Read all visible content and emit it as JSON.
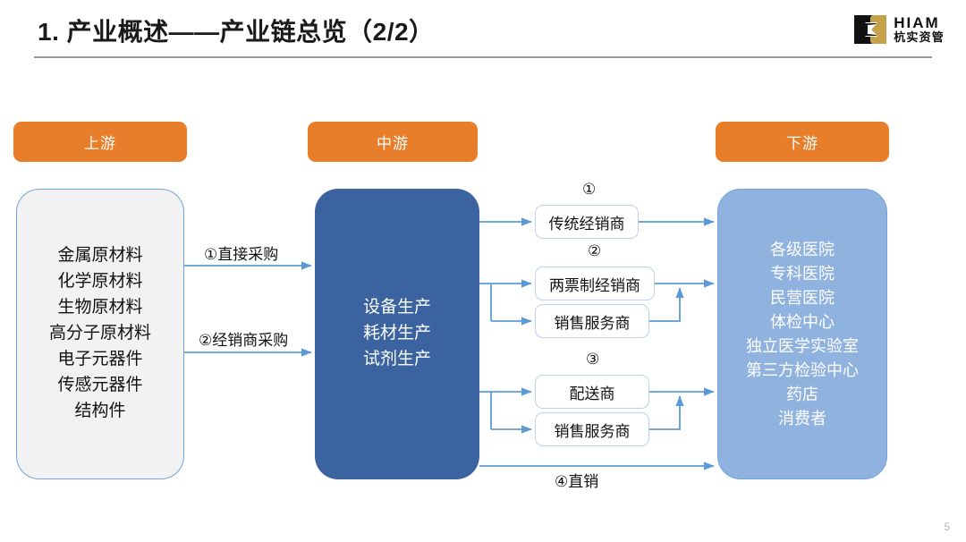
{
  "slide": {
    "title": "1. 产业概述——产业链总览（2/2）",
    "page_number": "5",
    "accent_orange": "#E87D2A",
    "accent_dark_blue": "#3A63A0",
    "accent_light_blue": "#8FB2DE",
    "connector_blue": "#5B9BD5"
  },
  "logo": {
    "mark": "hiam-logo-mark",
    "en": "HIAM",
    "cn": "杭实资管",
    "colors": {
      "black": "#111111",
      "gold": "#C5A24A"
    }
  },
  "stages": {
    "upstream": {
      "pill_label": "上游",
      "items": [
        "金属原材料",
        "化学原材料",
        "生物原材料",
        "高分子原材料",
        "电子元器件",
        "传感元器件",
        "结构件"
      ],
      "text": "金属原材料\n化学原材料\n生物原材料\n高分子原材料\n电子元器件\n传感元器件\n结构件"
    },
    "midstream": {
      "pill_label": "中游",
      "items": [
        "设备生产",
        "耗材生产",
        "试剂生产"
      ],
      "text": "设备生产\n耗材生产\n试剂生产"
    },
    "downstream": {
      "pill_label": "下游",
      "items": [
        "各级医院",
        "专科医院",
        "民营医院",
        "体检中心",
        "独立医学实验室",
        "第三方检验中心",
        "药店",
        "消费者"
      ],
      "text": "各级医院\n专科医院\n民营医院\n体检中心\n独立医学实验室\n第三方检验中心\n药店\n消费者"
    }
  },
  "procurement_paths": [
    {
      "id": "direct-purchase",
      "label": "①直接采购"
    },
    {
      "id": "dealer-purchase",
      "label": "②经销商采购"
    }
  ],
  "channels": {
    "markers": [
      {
        "id": "channel-1",
        "label": "①"
      },
      {
        "id": "channel-2",
        "label": "②"
      },
      {
        "id": "channel-3",
        "label": "③"
      }
    ],
    "boxes": [
      {
        "id": "traditional-dealer",
        "label": "传统经销商"
      },
      {
        "id": "two-invoice-dealer",
        "label": "两票制经销商"
      },
      {
        "id": "sales-service-upper",
        "label": "销售服务商"
      },
      {
        "id": "delivery-agent",
        "label": "配送商"
      },
      {
        "id": "sales-service-lower",
        "label": "销售服务商"
      }
    ],
    "direct_sale": "④直销"
  }
}
